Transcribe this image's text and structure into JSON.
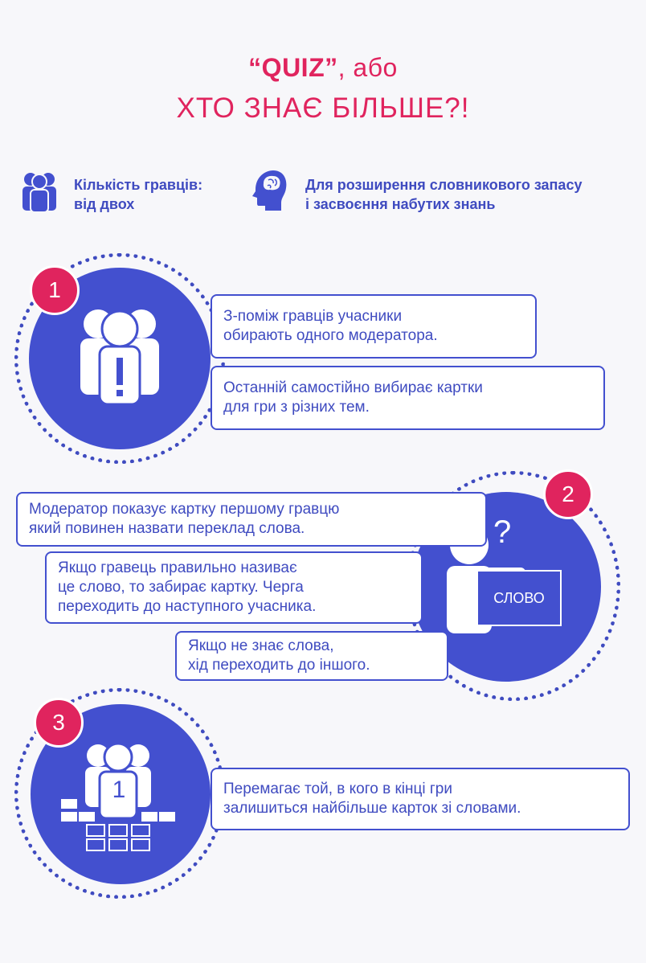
{
  "title": {
    "quiz": "“QUIZ”",
    "suffix": ", або",
    "subtitle": "ХТО ЗНАЄ БІЛЬШЕ?!"
  },
  "info": {
    "players_line1": "Кількість гравців:",
    "players_line2": "від двох",
    "purpose_line1": "Для розширення словникового запасу",
    "purpose_line2": "і засвоєння набутих знань"
  },
  "steps": [
    {
      "number": "1",
      "texts": [
        [
          "З-поміж гравців учасники",
          "обирають одного модератора."
        ],
        [
          "Останній самостійно вибирає картки",
          "для гри з різних тем."
        ]
      ]
    },
    {
      "number": "2",
      "card_label": "СЛОВО",
      "question_mark": "?",
      "texts": [
        [
          "Модератор показує картку першому гравцю",
          "який повинен назвати переклад слова."
        ],
        [
          "Якщо гравець правильно називає",
          "це слово, то забирає картку. Черга",
          "переходить до наступного учасника."
        ],
        [
          "Якщо не знає слова,",
          "хід переходить до іншого."
        ]
      ]
    },
    {
      "number": "3",
      "podium_number": "1",
      "texts": [
        [
          "Перемагає той, в кого в кінці гри",
          "залишиться найбільше карток зі словами."
        ]
      ]
    }
  ],
  "colors": {
    "accent": "#e0245e",
    "primary": "#4350cf",
    "text": "#3f4bc0",
    "background": "#f7f7fa"
  },
  "icons": [
    "players-icon",
    "head-brain-icon",
    "exclamation-person-icon",
    "question-person-icon",
    "podium-icon"
  ]
}
